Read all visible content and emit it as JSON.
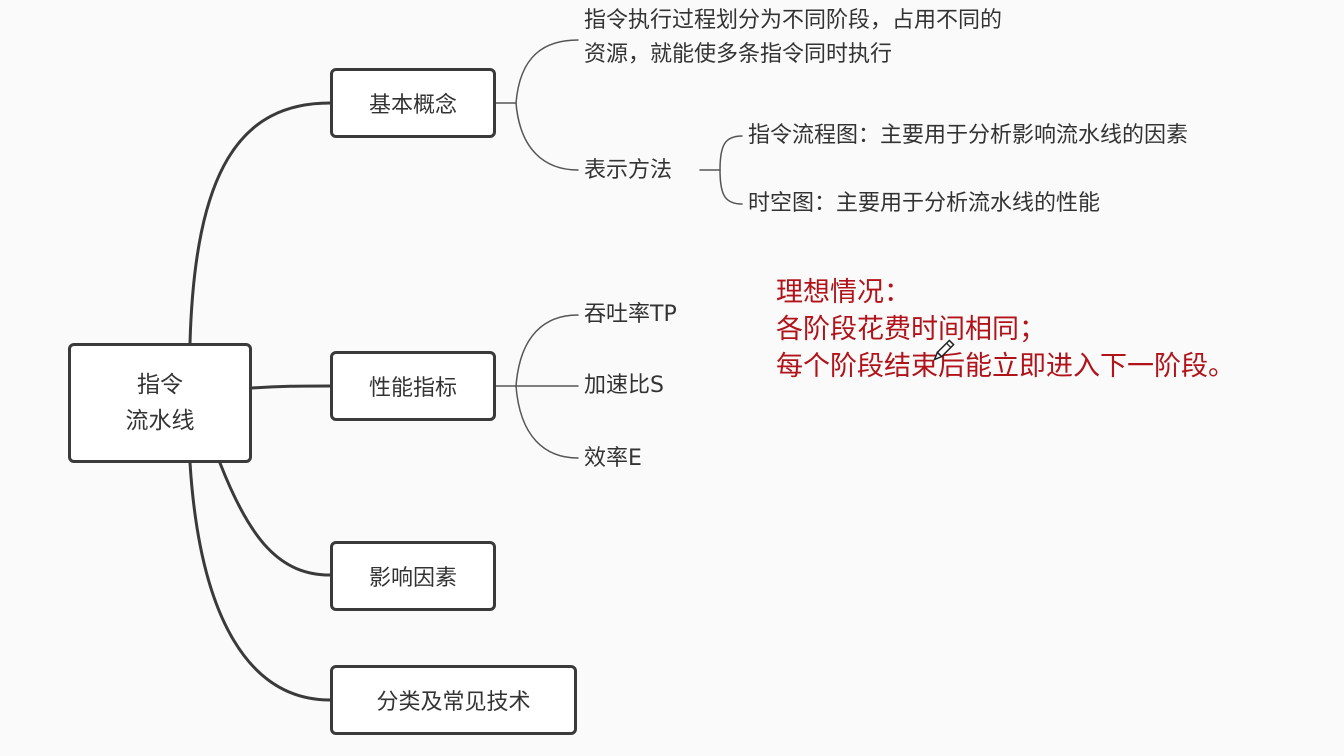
{
  "mindmap": {
    "root": {
      "line1": "指令",
      "line2": "流水线"
    },
    "branches": {
      "basic_concept": {
        "label": "基本概念",
        "description_line1": "指令执行过程划分为不同阶段，占用不同的",
        "description_line2": "资源，就能使多条指令同时执行",
        "representation": {
          "label": "表示方法",
          "items": [
            "指令流程图：主要用于分析影响流水线的因素",
            "时空图：主要用于分析流水线的性能"
          ]
        }
      },
      "performance": {
        "label": "性能指标",
        "items": [
          "吞吐率TP",
          "加速比S",
          "效率E"
        ]
      },
      "factors": {
        "label": "影响因素"
      },
      "classification": {
        "label": "分类及常见技术"
      }
    }
  },
  "annotation": {
    "line1": "理想情况：",
    "line2": "各阶段花费时间相同；",
    "line3": "每个阶段结束后能立即进入下一阶段。",
    "color": "#b0141a"
  },
  "icons": {
    "cursor": "pen-cursor-icon"
  }
}
